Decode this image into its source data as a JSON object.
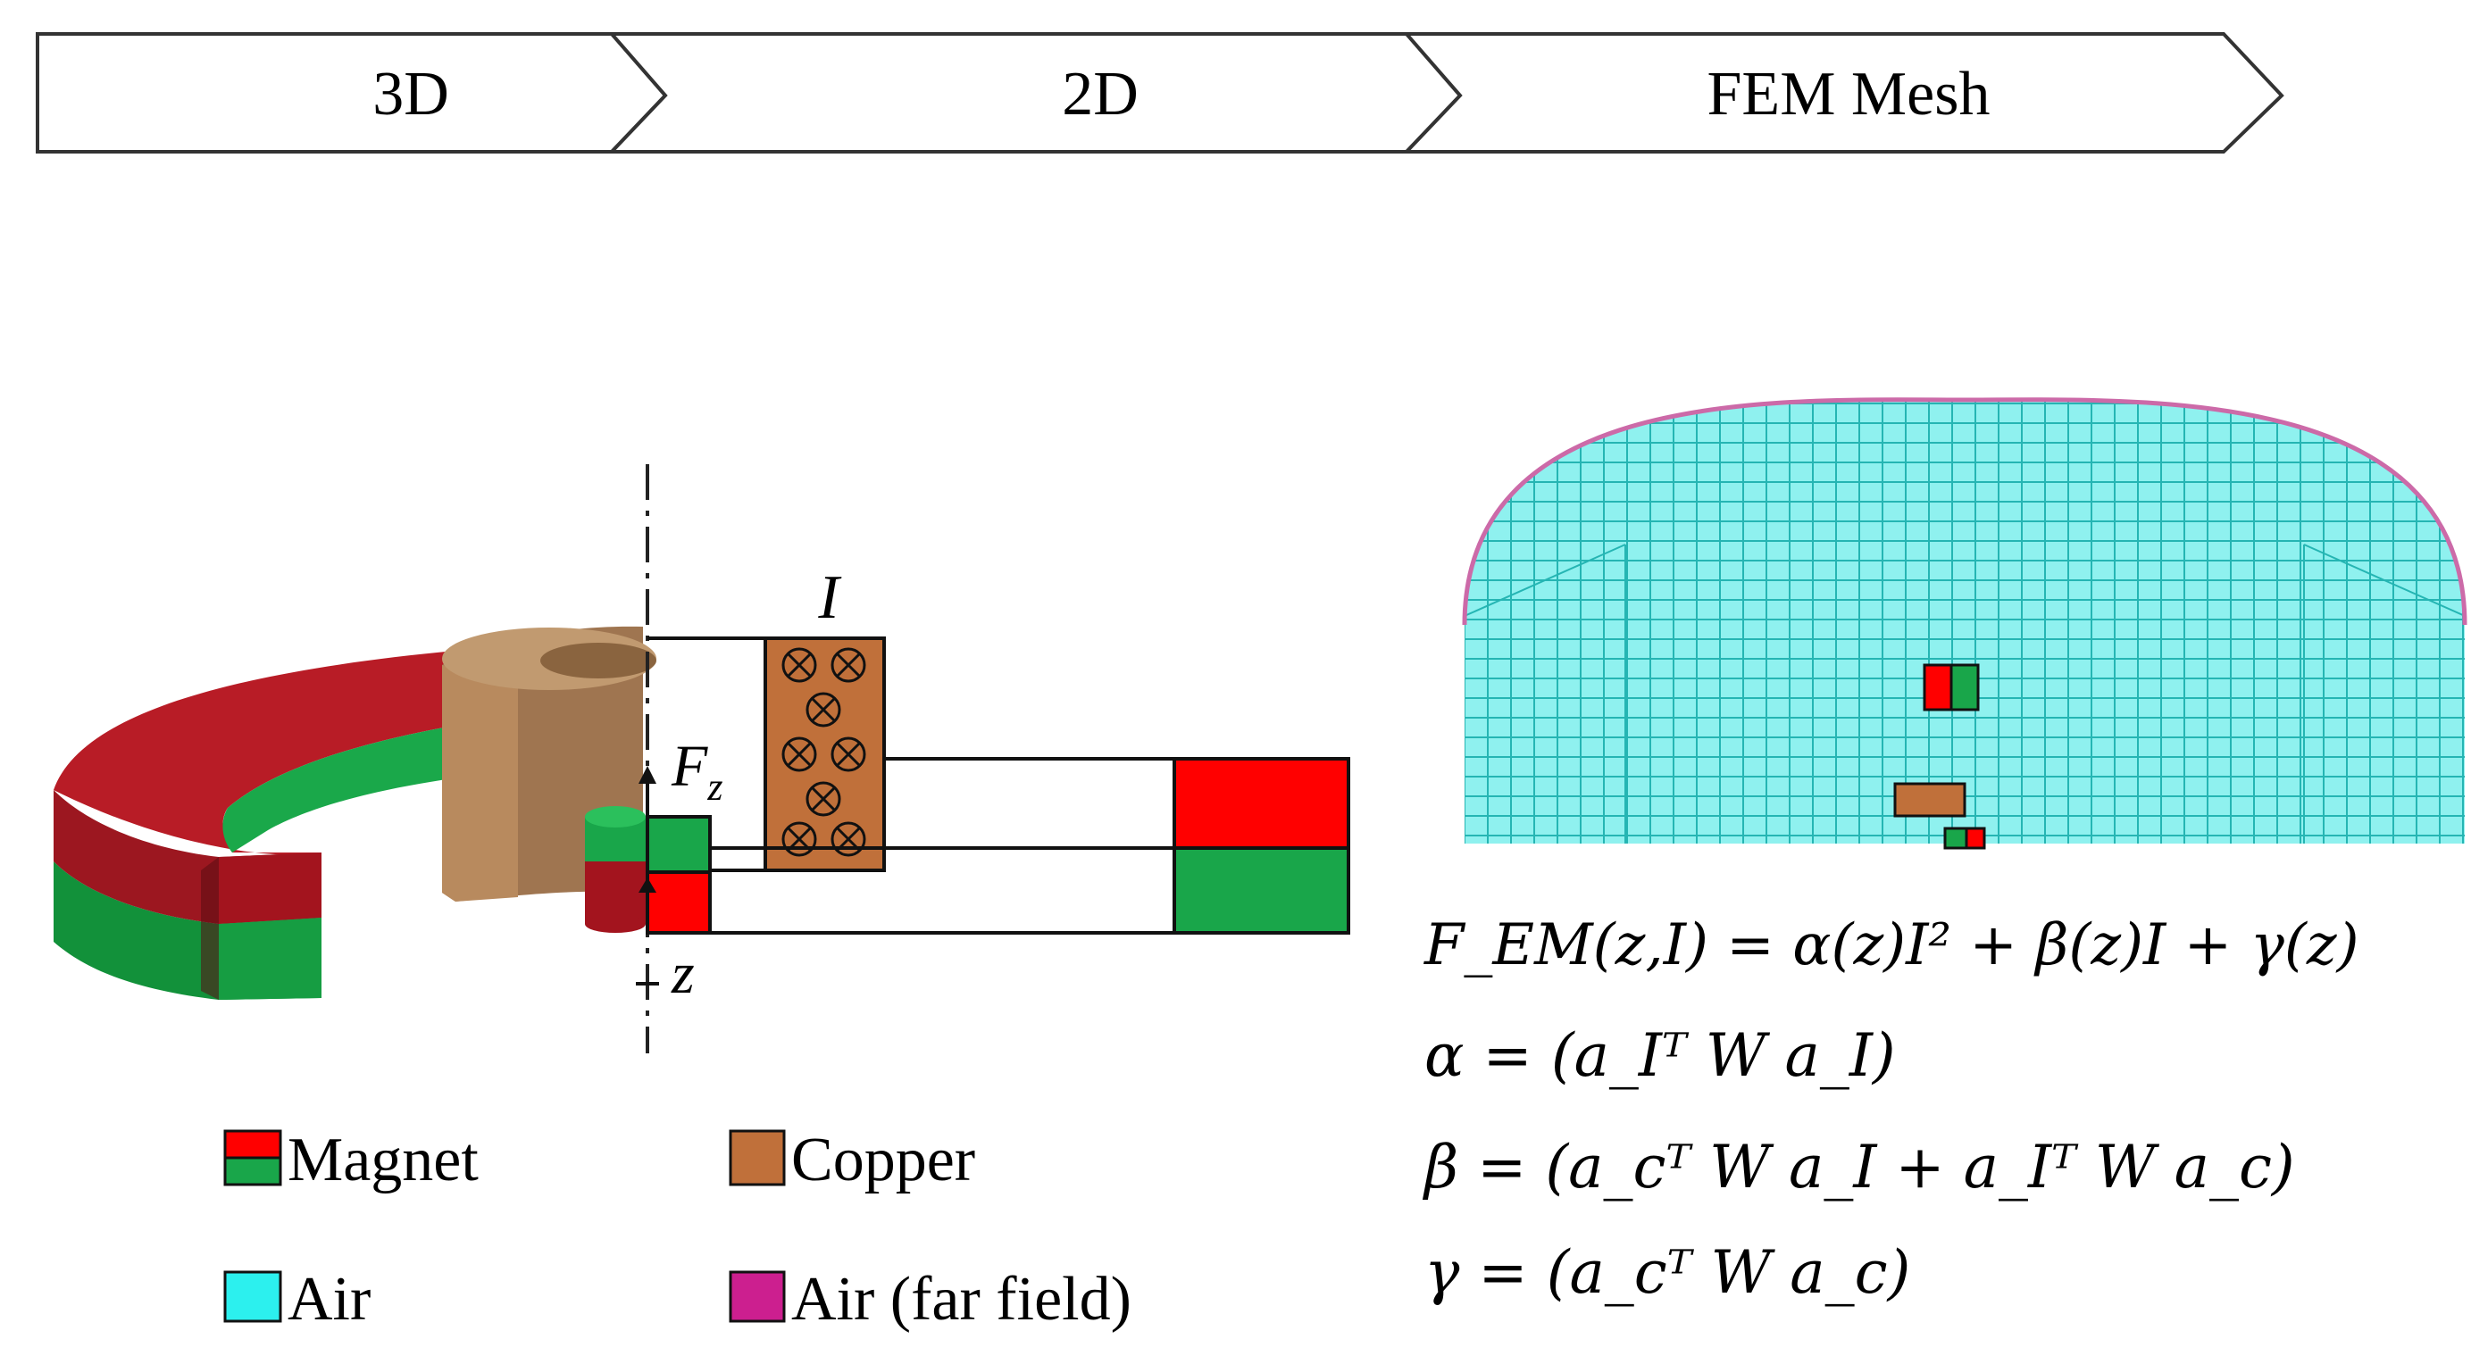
{
  "steps": [
    "3D",
    "2D",
    "FEM Mesh"
  ],
  "labels": {
    "current": "I",
    "force_base": "F",
    "force_sub": "z",
    "axis": "z"
  },
  "legend": [
    {
      "label": "Magnet",
      "colors": [
        "#ff0000",
        "#19a64a"
      ]
    },
    {
      "label": "Copper",
      "colors": [
        "#c0703a"
      ]
    },
    {
      "label": "Air",
      "colors": [
        "#2cf0ee"
      ]
    },
    {
      "label": "Air (far field)",
      "colors": [
        "#cc1f8f"
      ]
    }
  ],
  "equations": {
    "main": "F_EM(z,I) = α(z)I² + β(z)I + γ(z)",
    "alpha": "α = (a_Iᵀ W a_I)",
    "beta": "β = (a_cᵀ W a_I + a_Iᵀ W a_c)",
    "gamma": "γ = (a_cᵀ W a_c)"
  },
  "colors": {
    "magnet_red": "#ff0000",
    "magnet_green": "#19a64a",
    "copper": "#c0703a",
    "copper_3d": "#a97a52",
    "ring_red": "#a3141e",
    "ring_green": "#149a3a",
    "air": "#8ff1ef",
    "mesh_line": "#25b5b3",
    "far_field": "#cc1f8f"
  }
}
